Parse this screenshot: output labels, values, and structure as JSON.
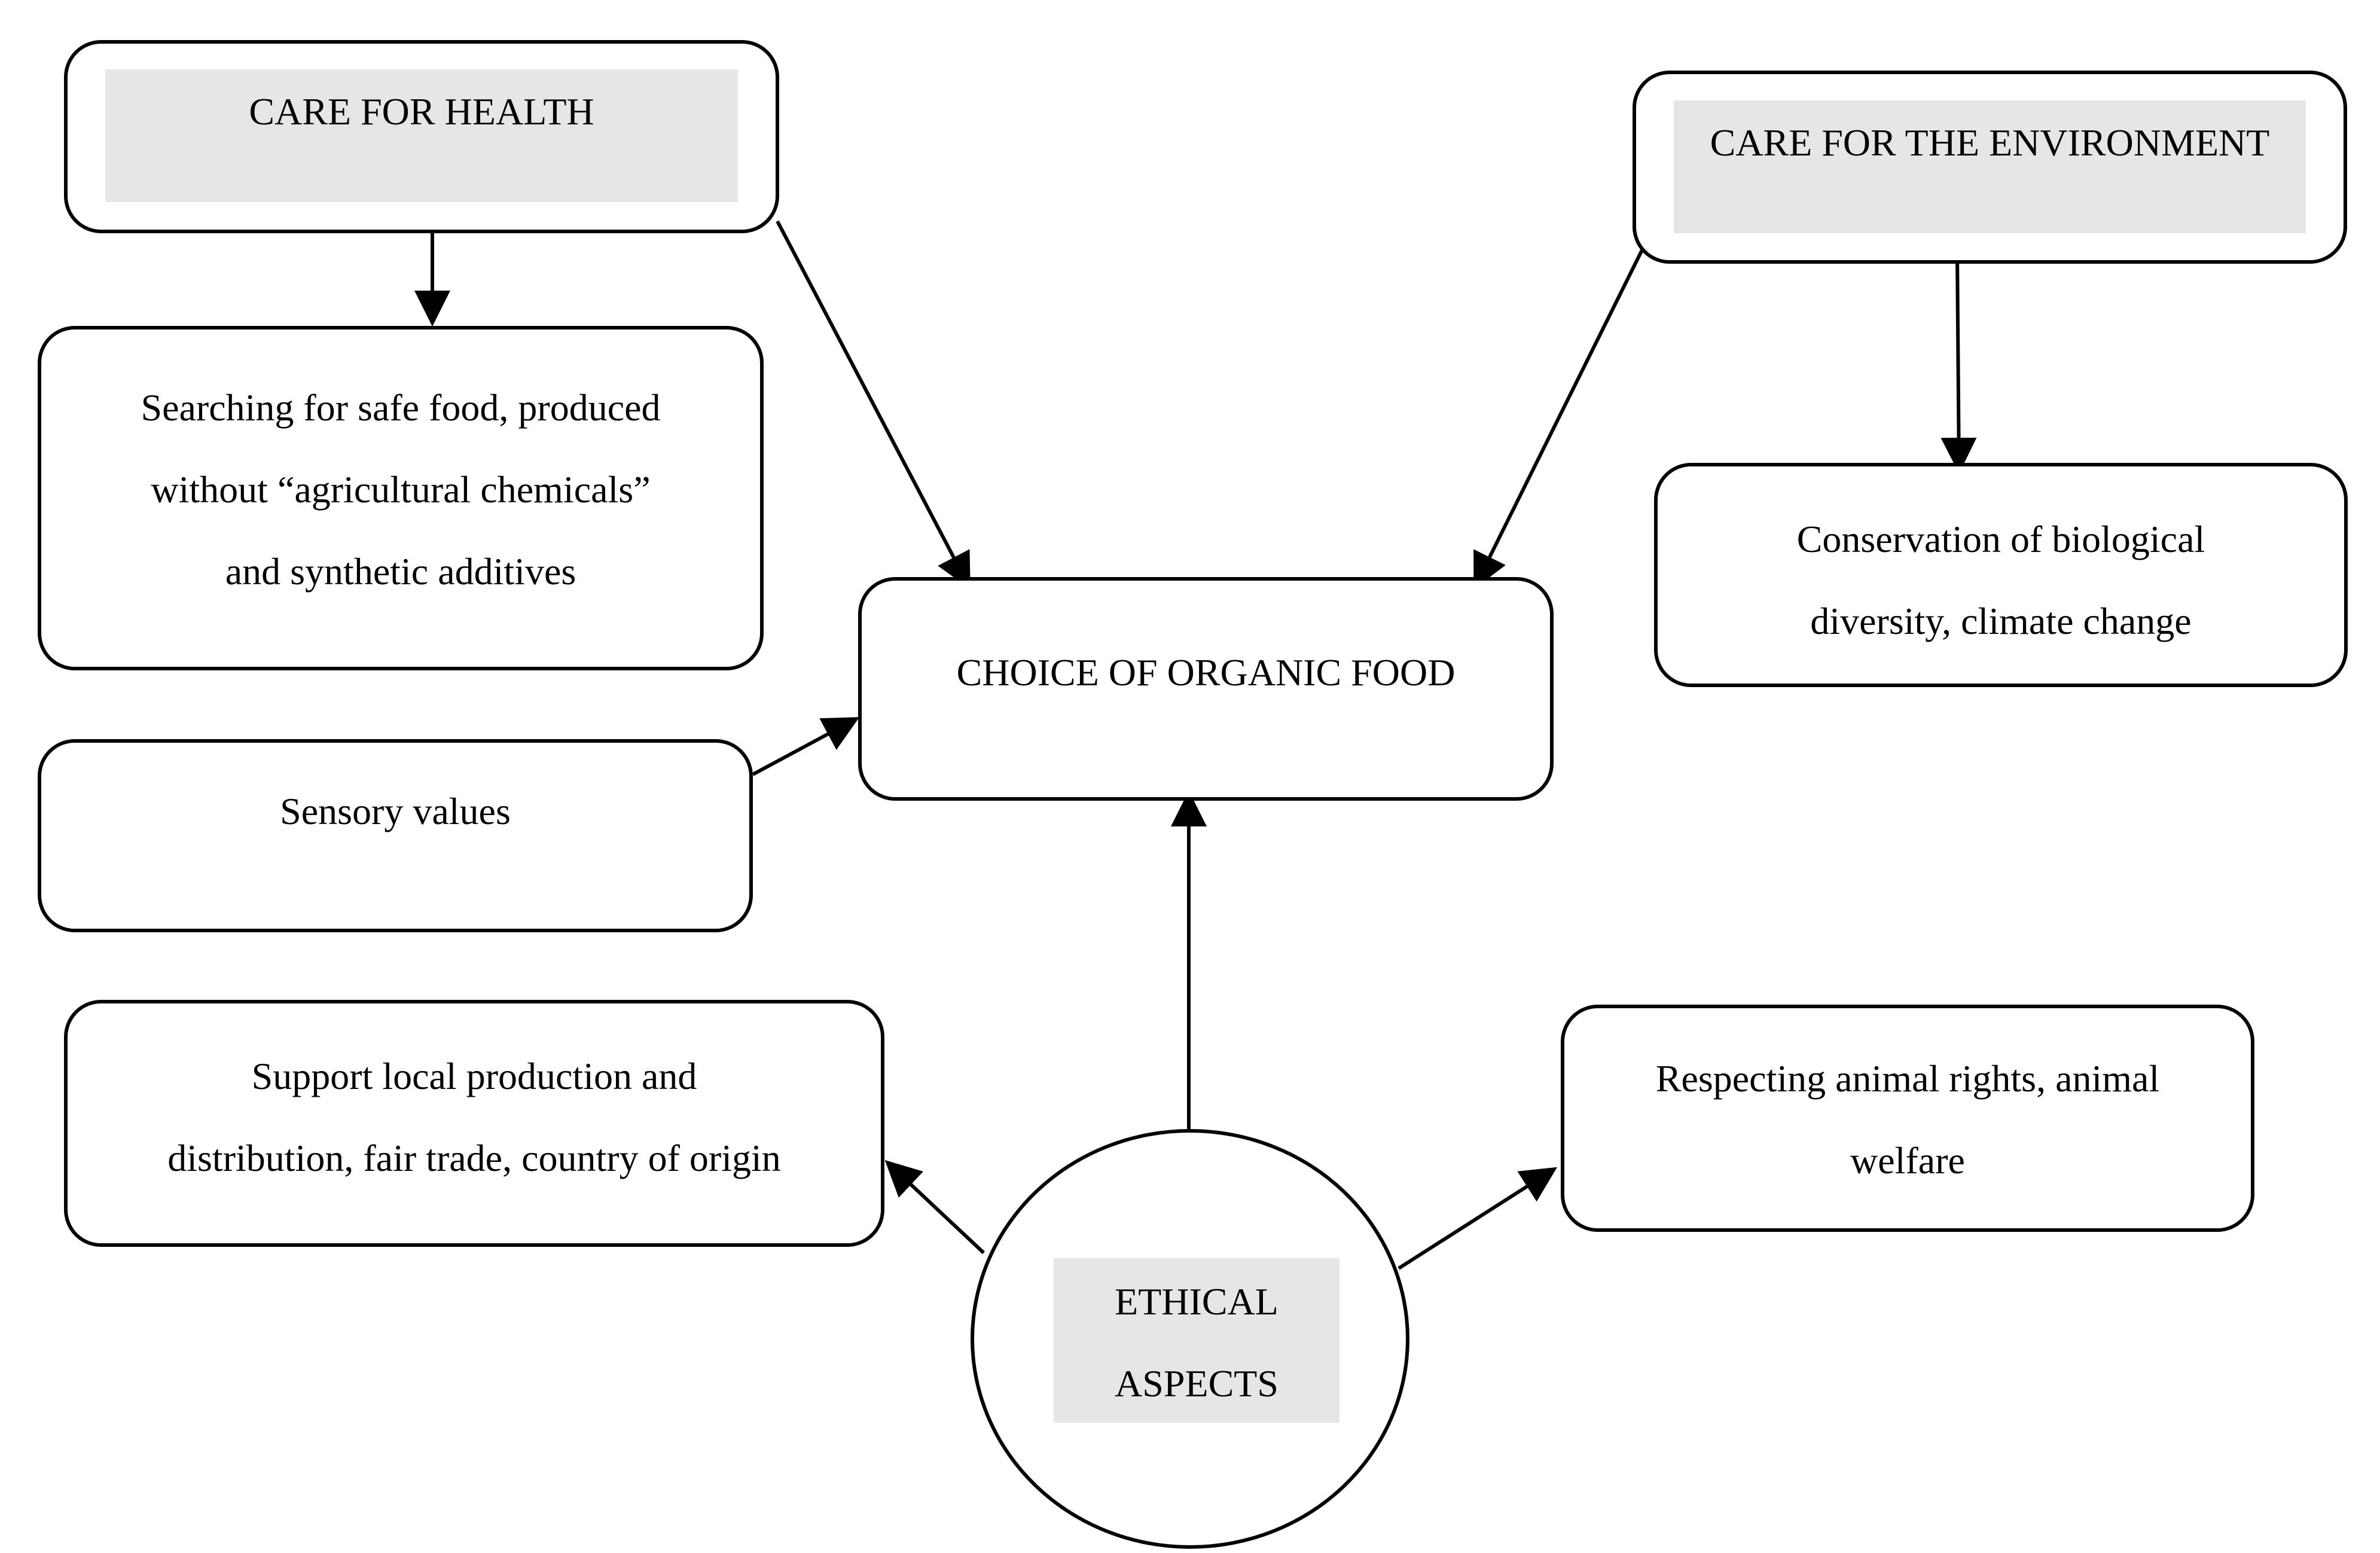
{
  "nodes": {
    "care_health": {
      "label": "CARE FOR HEALTH"
    },
    "care_environment": {
      "label": "CARE FOR THE ENVIRONMENT"
    },
    "safe_food": {
      "lines": [
        "Searching for safe food, produced",
        "without “agricultural chemicals”",
        "and synthetic additives"
      ]
    },
    "conservation": {
      "lines": [
        "Conservation of biological",
        "diversity, climate change"
      ]
    },
    "choice": {
      "label": "CHOICE OF ORGANIC FOOD"
    },
    "sensory": {
      "label": "Sensory values"
    },
    "local": {
      "lines": [
        "Support local production and",
        "distribution, fair trade, country of origin"
      ]
    },
    "animal": {
      "lines": [
        "Respecting animal rights, animal",
        "welfare"
      ]
    },
    "ethical": {
      "lines": [
        "ETHICAL",
        "ASPECTS"
      ]
    }
  },
  "colors": {
    "line": "#000000",
    "highlight": "#e6e6e6",
    "background": "#ffffff"
  }
}
